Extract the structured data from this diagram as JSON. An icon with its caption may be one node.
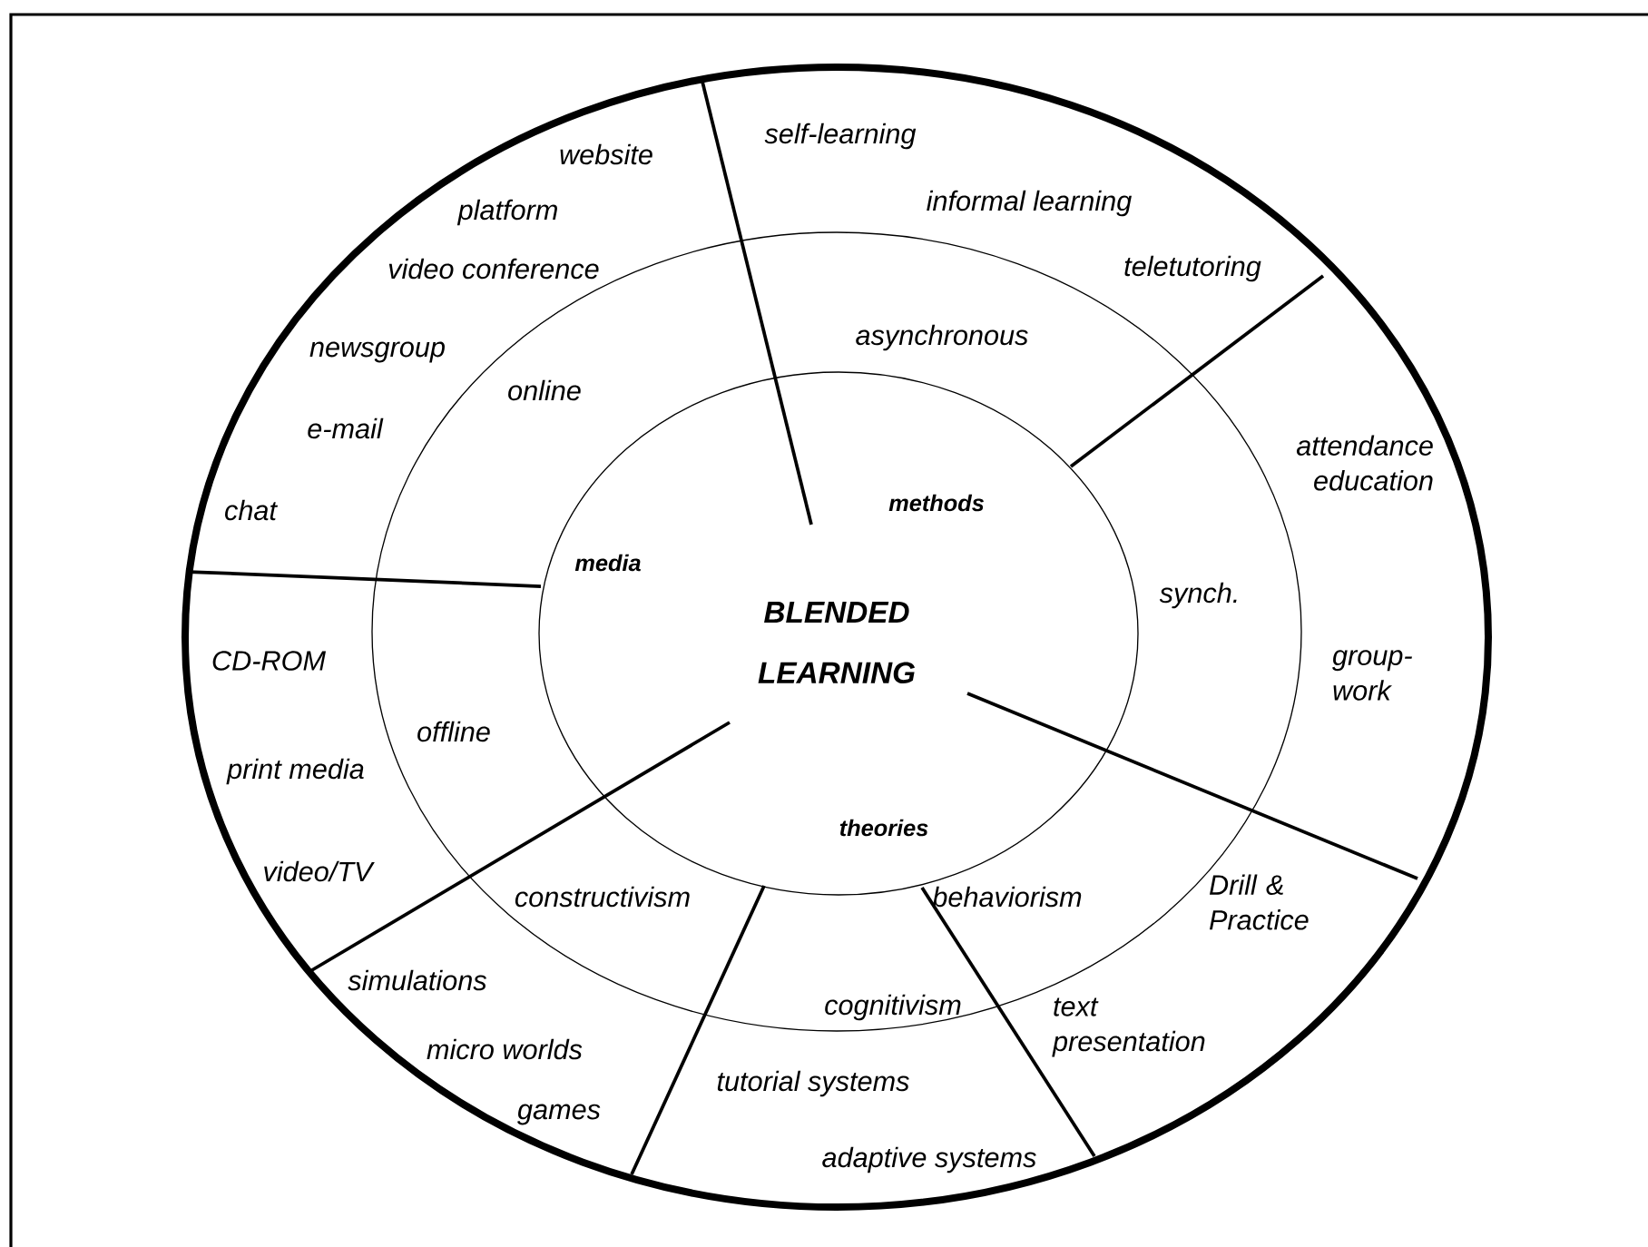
{
  "diagram": {
    "nodes": [
      {
        "text": [
          "BLENDED LEARNING"
        ]
      }
    ],
    "labels": [
      "self-learning",
      "website",
      "informal learning",
      "platform",
      "video conference",
      "teletutoring",
      "asynchronous",
      "newsgroup",
      "online",
      "e-mail",
      "attendance education",
      "methods",
      "chat",
      "media",
      "synch.",
      "CD-ROM",
      "group-work",
      "offline",
      "print media",
      "theories",
      "video/TV",
      "constructivism",
      "behaviorism",
      "Drill & Practice",
      "simulations",
      "cognitivism",
      "text presentation",
      "micro worlds",
      "tutorial systems",
      "games",
      "adaptive systems"
    ]
  }
}
